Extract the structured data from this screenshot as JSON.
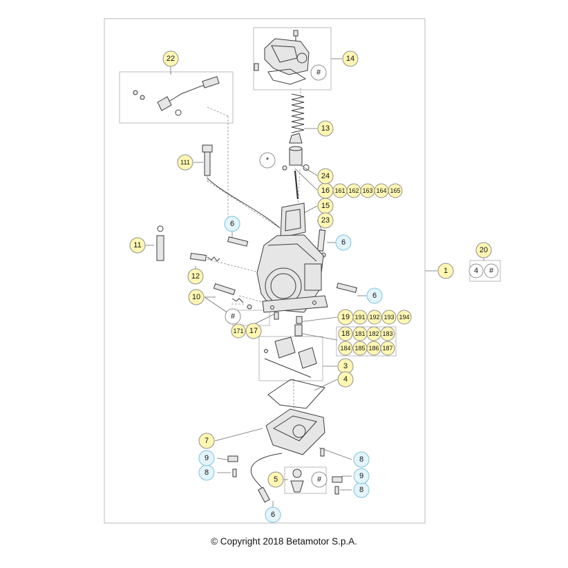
{
  "copyright": "© Copyright 2018 Betamotor S.p.A.",
  "colors": {
    "callout_yellow": "#fff7b3",
    "callout_blue": "#e3f4fb",
    "callout_white": "#ffffff",
    "frame": "#b9b9b9"
  },
  "callouts": {
    "c1": "1",
    "c3": "3",
    "c4": "4",
    "c5": "5",
    "c5_hash": "#",
    "c6a": "6",
    "c6b": "6",
    "c6c": "6",
    "c6d": "6",
    "c7": "7",
    "c8a": "8",
    "c8b": "8",
    "c8c": "8",
    "c9a": "9",
    "c9b": "9",
    "c10": "10",
    "c10_hash": "#",
    "c11": "11",
    "c12": "12",
    "c13": "13",
    "c14": "14",
    "c14_hash": "#",
    "c15": "15",
    "c16": "16",
    "c161": "161",
    "c162": "162",
    "c163": "163",
    "c164": "164",
    "c165": "165",
    "c17": "17",
    "c171": "171",
    "c18": "18",
    "c181": "181",
    "c182": "182",
    "c183": "183",
    "c184": "184",
    "c185": "185",
    "c186": "186",
    "c187": "187",
    "c19": "19",
    "c191": "191",
    "c192": "192",
    "c193": "193",
    "c194": "194",
    "c20": "20",
    "c20_4": "4",
    "c20_hash": "#",
    "c22": "22",
    "c23": "23",
    "c24": "24",
    "c111": "111",
    "star": "*"
  }
}
